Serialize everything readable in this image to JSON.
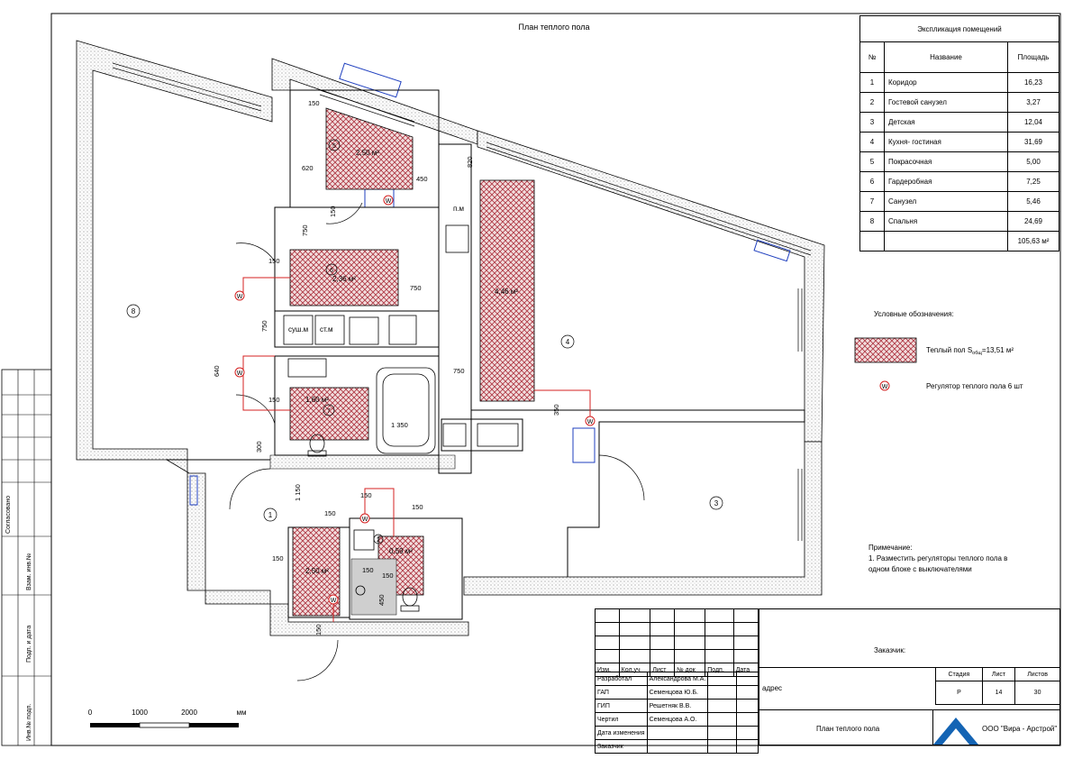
{
  "drawing_title": "План теплого пола",
  "explication": {
    "title": "Экспликация помещений",
    "headers": [
      "№",
      "Название",
      "Площадь"
    ],
    "rows": [
      [
        "1",
        "Коридор",
        "16,23"
      ],
      [
        "2",
        "Гостевой санузел",
        "3,27"
      ],
      [
        "3",
        "Детская",
        "12,04"
      ],
      [
        "4",
        "Кухня- гостиная",
        "31,69"
      ],
      [
        "5",
        "Покрасочная",
        "5,00"
      ],
      [
        "6",
        "Гардеробная",
        "7,25"
      ],
      [
        "7",
        "Санузел",
        "5,46"
      ],
      [
        "8",
        "Спальня",
        "24,69"
      ]
    ],
    "total": "105,63 м²"
  },
  "legend": {
    "title": "Условные обозначения:",
    "floor_label": "Теплый пол S",
    "floor_sub": "общ",
    "floor_value": "=13,51 м²",
    "regulator_label": "Регулятор теплого пола 6 шт",
    "regulator_symbol": "W"
  },
  "note": {
    "title": "Примечание:",
    "line1": "1. Разместить регуляторы теплого пола в",
    "line2": "одном блоке с выключателями"
  },
  "heated_areas": [
    "2,50 м²",
    "2,36 м²",
    "4,46 м²",
    "1,60 м²",
    "0,59 м²",
    "2,50 м²"
  ],
  "room_numbers": [
    "1",
    "2",
    "3",
    "4",
    "5",
    "6",
    "7",
    "8"
  ],
  "dimensions": [
    "150",
    "620",
    "450",
    "820",
    "150",
    "750",
    "150",
    "750",
    "750",
    "640",
    "750",
    "150",
    "1 350",
    "350",
    "300",
    "1 150",
    "150",
    "150",
    "150",
    "150",
    "150",
    "450",
    "150",
    "150"
  ],
  "fixtures": {
    "pm": "п.м",
    "dryer": "суш.м",
    "washer": "ст.м"
  },
  "scale": {
    "labels": [
      "0",
      "1000",
      "2000"
    ],
    "unit": "мм"
  },
  "side_stamp": [
    "Согласовано",
    "Взам. инв.№",
    "Подп. и дата",
    "Инв.№ подп."
  ],
  "title_block": {
    "header_cols": [
      "Изм.",
      "Кол.уч",
      "Лист",
      "№ док",
      "Подп.",
      "Дата"
    ],
    "people": [
      [
        "Разработал",
        "Александрова М.А."
      ],
      [
        "ГАП",
        "Семенцова Ю.Б."
      ],
      [
        "ГИП",
        "Решетняк В.В."
      ],
      [
        "Чертил",
        "Семенцова А.О."
      ],
      [
        "Дата изменения",
        ""
      ],
      [
        "Заказчик",
        ""
      ]
    ],
    "customer": "Заказчик:",
    "address": "адрес",
    "stage_headers": [
      "Стадия",
      "Лист",
      "Листов"
    ],
    "stage_values": [
      "Р",
      "14",
      "30"
    ],
    "sheet_name": "План теплого пола",
    "company": "ООО \"Вира - Арстрой\""
  },
  "colors": {
    "heated_fill": "#c98a8f",
    "regulator": "#d42020",
    "window": "#1f3fbf",
    "wall_hatch": "#9a9a9a",
    "company_logo": "#1464b4"
  }
}
